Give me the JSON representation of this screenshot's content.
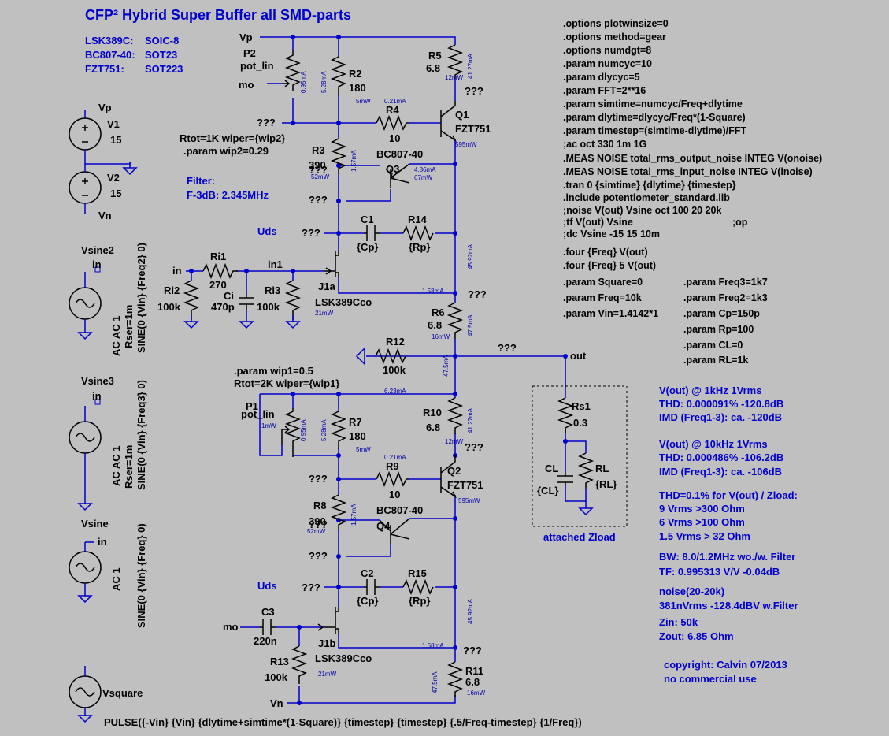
{
  "title": "CFP² Hybrid Super Buffer all SMD-parts",
  "packages": [
    {
      "part": "LSK389C:",
      "pkg": "SOIC-8"
    },
    {
      "part": "BC807-40:",
      "pkg": "SOT23"
    },
    {
      "part": "FZT751:",
      "pkg": "SOT223"
    }
  ],
  "directives": [
    ".options plotwinsize=0",
    ".options method=gear",
    ".options numdgt=8",
    ".param numcyc=10",
    ".param dlycyc=5",
    ".param FFT=2**16",
    ".param simtime=numcyc/Freq+dlytime",
    ".param dlytime=dlycyc/Freq*(1-Square)",
    ".param timestep=(simtime-dlytime)/FFT",
    ";ac oct 330 1m 1G",
    ".MEAS NOISE total_rms_output_noise INTEG V(onoise)",
    ".MEAS NOISE total_rms_input_noise INTEG V(inoise)",
    ".tran 0 {simtime} {dlytime} {timestep}",
    ".include potentiometer_standard.lib",
    ";noise V(out) Vsine oct 100 20 20k",
    ";tf V(out) Vsine",
    ";dc Vsine -15 15 10m"
  ],
  "op_directive": ";op",
  "four": [
    ".four {Freq} V(out)",
    ".four {Freq} 5 V(out)"
  ],
  "params_left": [
    ".param Square=0",
    ".param Freq=10k",
    ".param Vin=1.4142*1"
  ],
  "params_right": [
    ".param Freq3=1k7",
    ".param Freq2=1k3",
    ".param Cp=150p",
    ".param Rp=100",
    ".param CL=0",
    ".param RL=1k"
  ],
  "results": [
    "V(out) @ 1kHz 1Vrms",
    "THD: 0.000091%  -120.8dB",
    "IMD (Freq1-3): ca. -120dB",
    "V(out) @ 10kHz 1Vrms",
    "THD: 0.000486%  -106.2dB",
    "IMD (Freq1-3): ca. -106dB",
    "THD=0.1%  for V(out) / Zload:",
    "9   Vrms  >300 Ohm",
    "6   Vrms  >100 Ohm",
    "1.5 Vrms > 32  Ohm",
    "BW: 8.0/1.2MHz   wo./w. Filter",
    "TF:  0.995313 V/V  -0.04dB",
    "noise(20-20k)",
    "381nVrms  -128.4dBV w.Filter",
    "Zin:    50k",
    "Zout:  6.85 Ohm"
  ],
  "copyright": [
    "copyright: Calvin 07/2013",
    "no commercial use"
  ],
  "filter_note": [
    "Filter:",
    "F-3dB: 2.345MHz"
  ],
  "zload_label": "attached Zload",
  "upper_pot_note": [
    "Rtot=1K wiper={wip2}",
    ".param wip2=0.29"
  ],
  "lower_pot_note": [
    ".param wip1=0.5",
    "Rtot=2K wiper={wip1}"
  ],
  "pulse_line": "PULSE({-Vin} {Vin} {dlytime+simtime*(1-Square)} {timestep} {timestep} {.5/Freq-timestep} {1/Freq})",
  "nets": {
    "vp": "Vp",
    "vn": "Vn",
    "mo": "mo",
    "in": "in",
    "in1": "in1",
    "out": "out",
    "uds": "Uds",
    "unk": "???"
  },
  "sources": {
    "v1": {
      "name": "V1",
      "value": "15"
    },
    "v2": {
      "name": "V2",
      "value": "15"
    },
    "vsine2": {
      "name": "Vsine2",
      "l1": "AC AC 1",
      "l2": "Rser=1m",
      "l3": "SINE(0 {Vin} {Freq2} 0)"
    },
    "vsine3": {
      "name": "Vsine3",
      "l1": "AC AC 1",
      "l2": "Rser=1m",
      "l3": "SINE(0 {Vin} {Freq3} 0)"
    },
    "vsine": {
      "name": "Vsine",
      "l1": "AC 1",
      "l3": "SINE(0 {Vin} {Freq} 0)"
    },
    "vsquare": {
      "name": "Vsquare"
    }
  },
  "parts": {
    "p2": {
      "name": "P2",
      "value": "pot_lin"
    },
    "p1": {
      "name": "P1",
      "value": "pot_lin"
    },
    "r2": {
      "name": "R2",
      "value": "180"
    },
    "r3": {
      "name": "R3",
      "value": "390"
    },
    "r4": {
      "name": "R4",
      "value": "10"
    },
    "r5": {
      "name": "R5",
      "value": "6.8"
    },
    "r6": {
      "name": "R6",
      "value": "6.8"
    },
    "r7": {
      "name": "R7",
      "value": "180"
    },
    "r8": {
      "name": "R8",
      "value": "390"
    },
    "r9": {
      "name": "R9",
      "value": "10"
    },
    "r10": {
      "name": "R10",
      "value": "6.8"
    },
    "r11": {
      "name": "R11",
      "value": "6.8"
    },
    "r12": {
      "name": "R12",
      "value": "100k"
    },
    "r13": {
      "name": "R13",
      "value": "100k"
    },
    "r14": {
      "name": "R14",
      "value": "{Rp}"
    },
    "r15": {
      "name": "R15",
      "value": "{Rp}"
    },
    "ri1": {
      "name": "Ri1",
      "value": "270"
    },
    "ri2": {
      "name": "Ri2",
      "value": "100k"
    },
    "ri3": {
      "name": "Ri3",
      "value": "100k"
    },
    "rs1": {
      "name": "Rs1",
      "value": "0.3"
    },
    "rl": {
      "name": "RL",
      "value": "{RL}"
    },
    "c1": {
      "name": "C1",
      "value": "{Cp}"
    },
    "c2": {
      "name": "C2",
      "value": "{Cp}"
    },
    "c3": {
      "name": "C3",
      "value": "220n"
    },
    "ci": {
      "name": "Ci",
      "value": "470p"
    },
    "cl": {
      "name": "CL",
      "value": "{CL}"
    },
    "q1": {
      "name": "Q1",
      "value": "FZT751"
    },
    "q2": {
      "name": "Q2",
      "value": "FZT751"
    },
    "q3": {
      "name": "Q3",
      "value": "BC807-40"
    },
    "q4": {
      "name": "Q4",
      "value": "BC807-40"
    },
    "j1a": {
      "name": "J1a",
      "value": "LSK389Cco"
    },
    "j1b": {
      "name": "J1b",
      "value": "LSK389Cco"
    }
  },
  "annotations": {
    "i095": "0.95mA",
    "i528": "5.28mA",
    "i4127": "41.27mA",
    "i021": "0.21mA",
    "i157": "1.57mA",
    "i486": "4.86mA",
    "i4592": "45.92mA",
    "i158": "1.58mA",
    "i475": "47.5mA",
    "i623": "6.23mA",
    "p12": "12mW",
    "p5": "5mW",
    "p595": "595mW",
    "p52": "52mW",
    "p67": "67mW",
    "p21": "21mW",
    "p16": "16mW",
    "p1": "1mW"
  }
}
